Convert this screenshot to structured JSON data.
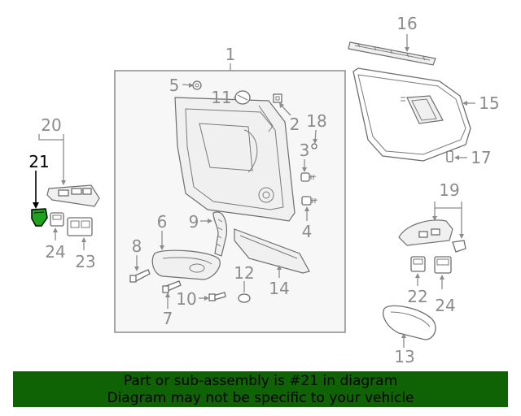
{
  "callouts": {
    "c1": "1",
    "c2": "2",
    "c3": "3",
    "c4": "4",
    "c5": "5",
    "c6": "6",
    "c7": "7",
    "c8": "8",
    "c9": "9",
    "c10": "10",
    "c11": "11",
    "c12": "12",
    "c13": "13",
    "c14": "14",
    "c15": "15",
    "c16": "16",
    "c17": "17",
    "c18": "18",
    "c19": "19",
    "c20": "20",
    "c21": "21",
    "c22": "22",
    "c23": "23",
    "c24a": "24",
    "c24b": "24"
  },
  "highlight_part": "21",
  "colors": {
    "banner_bg": "#0f6304",
    "highlight_part": "#1fa31f",
    "callout": "#8c8c8c",
    "highlight_callout": "#000000"
  },
  "banner": {
    "line1": "Part or sub-assembly is #21 in diagram",
    "line2": "Diagram may not be specific to your vehicle"
  }
}
